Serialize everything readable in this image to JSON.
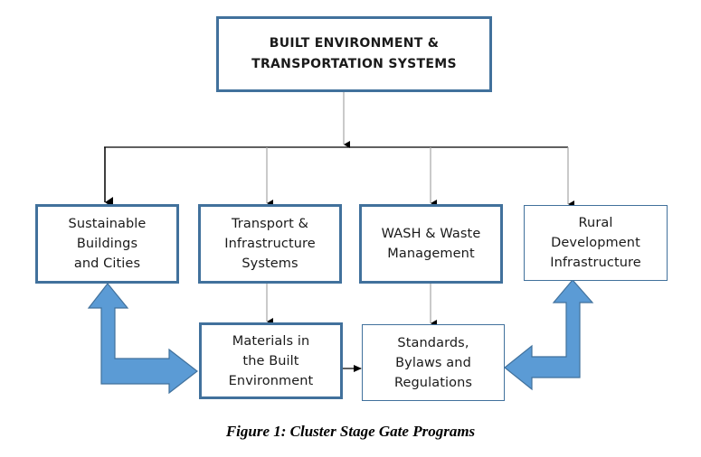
{
  "diagram": {
    "root": {
      "label": "BUILT ENVIRONMENT &\nTRANSPORTATION SYSTEMS"
    },
    "programs": [
      {
        "label": "Sustainable\nBuildings\nand Cities"
      },
      {
        "label": "Transport &\nInfrastructure\nSystems"
      },
      {
        "label": "WASH & Waste\nManagement"
      },
      {
        "label": "Rural\nDevelopment\nInfrastructure"
      }
    ],
    "cross_cutting": [
      {
        "label": "Materials in\nthe Built\nEnvironment"
      },
      {
        "label": "Standards,\nBylaws and\nRegulations"
      }
    ],
    "colors": {
      "box_border": "#41719c",
      "bent_arrow_fill": "#5b9bd5",
      "bent_arrow_stroke": "#41719c",
      "connector_gray": "#a6a6a6",
      "connector_black": "#000000"
    }
  },
  "caption": "Figure 1: Cluster Stage Gate Programs"
}
